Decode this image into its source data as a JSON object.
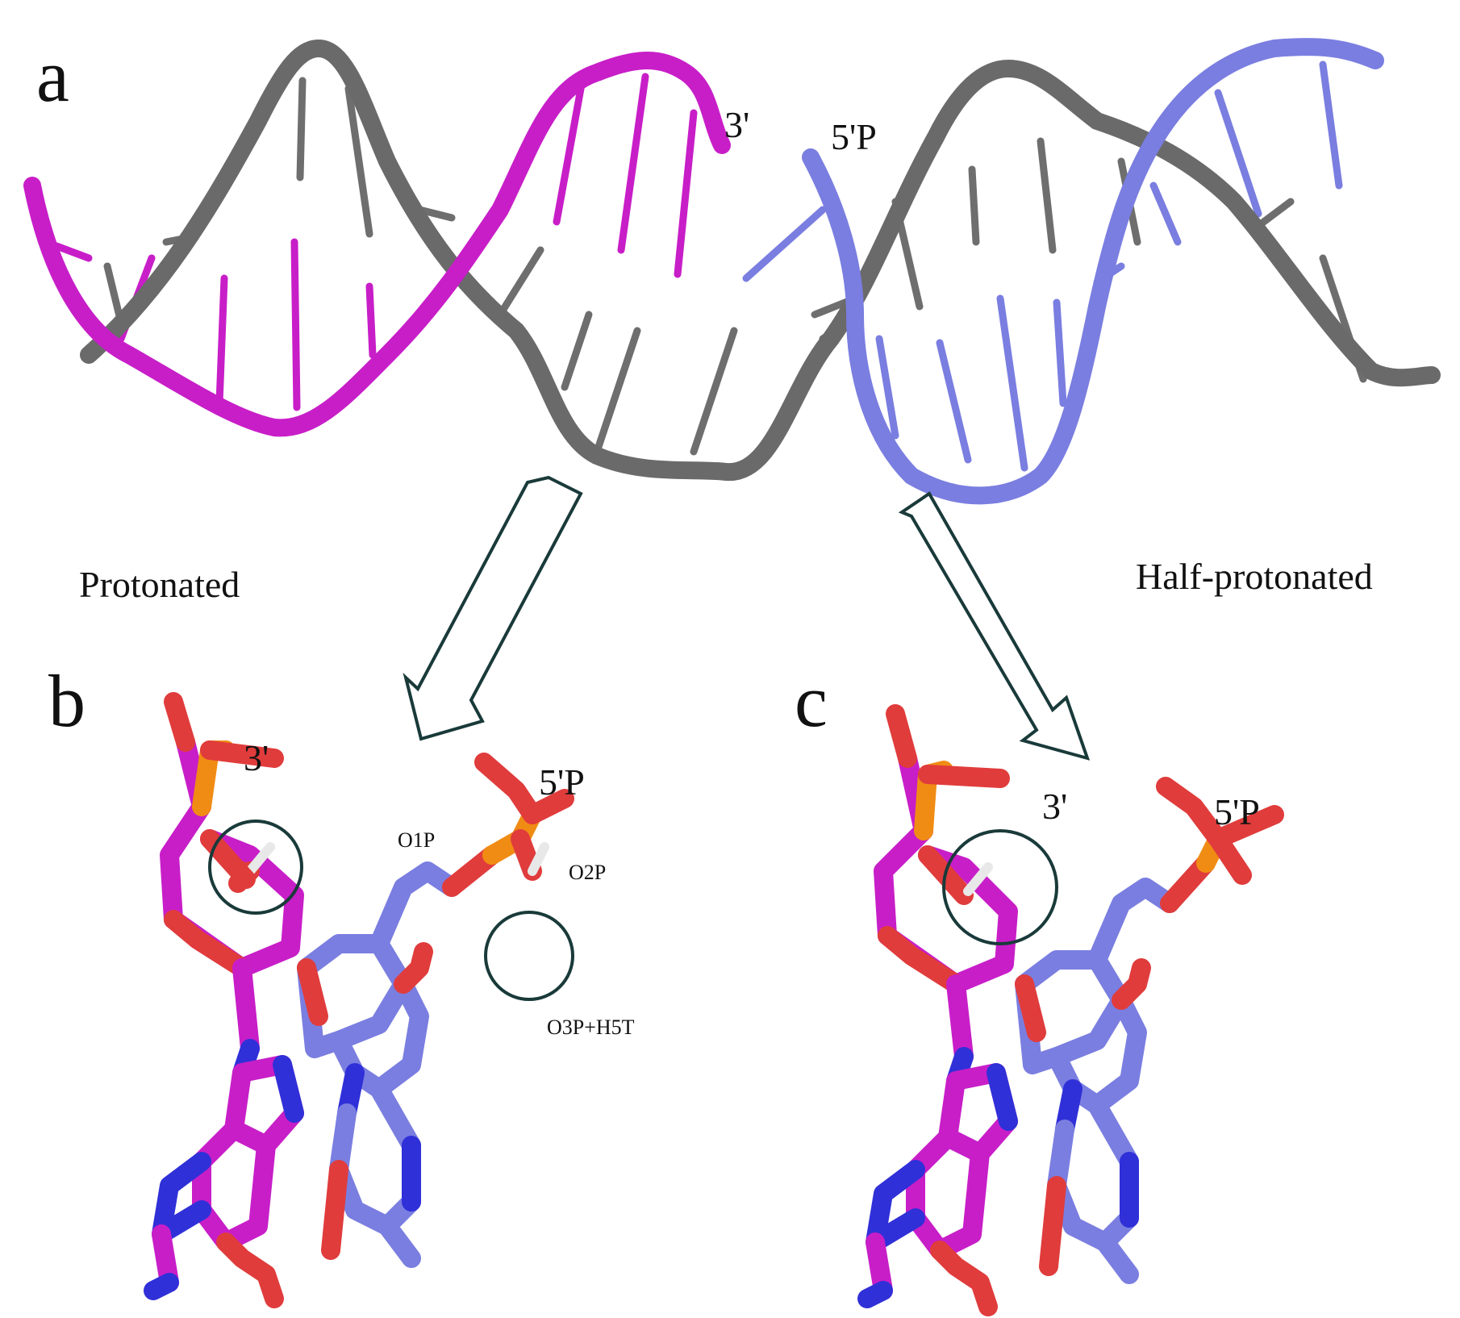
{
  "colors": {
    "magenta_strand": "#c81ec8",
    "gray_strand": "#6e6e6e",
    "blue_strand": "#7a7ee0",
    "oxygen": "#e03c3c",
    "nitrogen": "#3030d8",
    "phosphorus": "#f08c14",
    "hydrogen": "#e8e8e8",
    "arrow_outline": "#1a3a3a"
  },
  "panel_a": {
    "letter": "a",
    "label_3prime": "3'",
    "label_5primeP": "5'P",
    "label_left_state": "Protonated",
    "label_right_state": "Half-protonated"
  },
  "panel_b": {
    "letter": "b",
    "label_3prime": "3'",
    "label_5primeP": "5'P",
    "atom_O1P": "O1P",
    "atom_O2P": "O2P",
    "atom_O3P_H5T": "O3P+H5T"
  },
  "panel_c": {
    "letter": "c",
    "label_3prime": "3'",
    "label_5primeP": "5'P"
  },
  "icons": {
    "arrow_left": "hollow-arrow-down-left",
    "arrow_right": "hollow-arrow-down-right",
    "highlight_circle": "circle-outline"
  }
}
